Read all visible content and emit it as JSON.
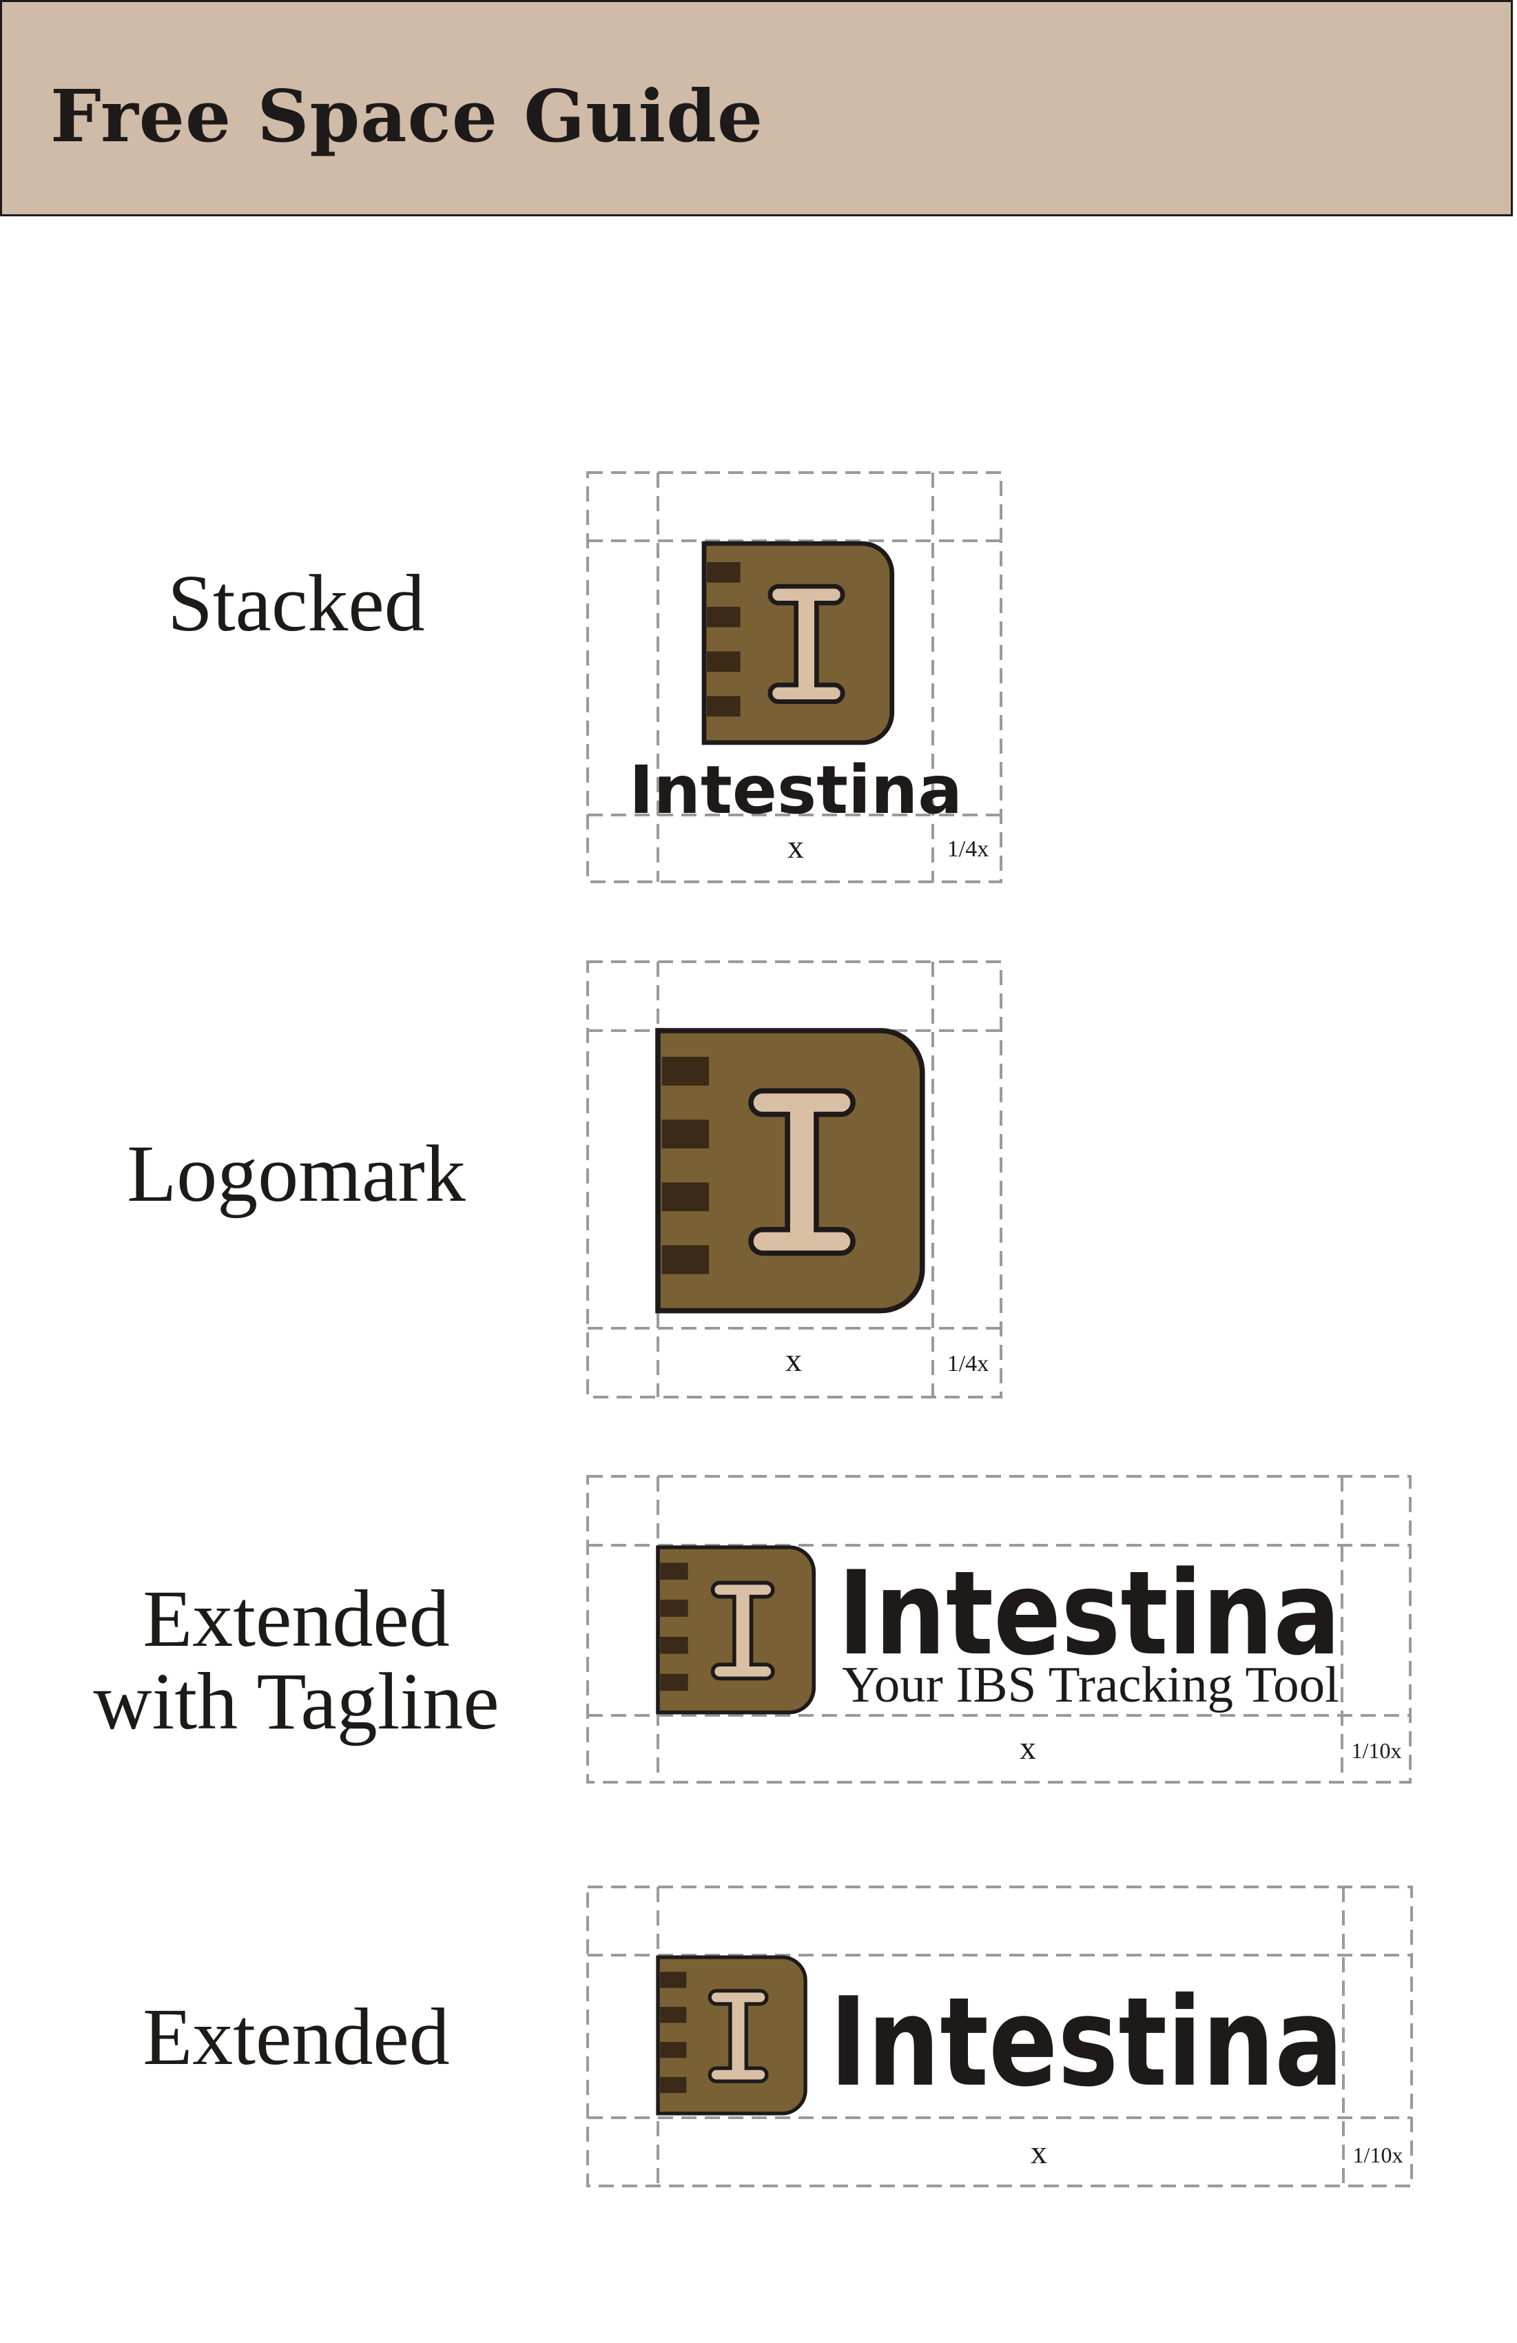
{
  "header": {
    "title": "Free Space Guide"
  },
  "sections": {
    "stacked": {
      "label": "Stacked",
      "x_label": "x",
      "margin_label": "1/4x"
    },
    "logomark": {
      "label": "Logomark",
      "x_label": "x",
      "margin_label": "1/4x"
    },
    "extended_tagline": {
      "label_line1": "Extended",
      "label_line2": "with Tagline",
      "x_label": "x",
      "margin_label": "1/10x"
    },
    "extended": {
      "label": "Extended",
      "x_label": "x",
      "margin_label": "1/10x"
    }
  },
  "logo": {
    "icon_letter": "I",
    "wordmark": "Intestina",
    "tagline": "Your IBS Tracking Tool"
  },
  "colors": {
    "header_bg": "#cfbba7",
    "icon_body": "#7a6135",
    "icon_rings": "#3a2a17",
    "icon_letter": "#d9c0a5",
    "text": "#1e1a1a",
    "guide_lines": "#9a9a9a"
  }
}
